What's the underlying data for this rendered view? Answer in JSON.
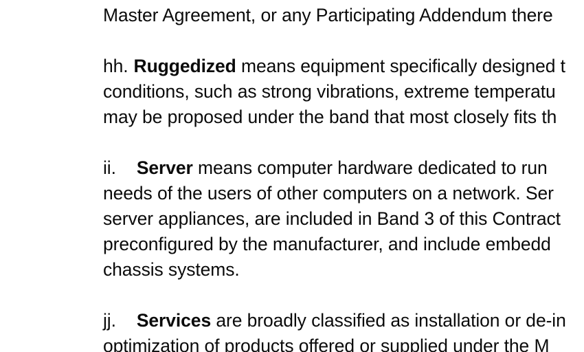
{
  "document": {
    "background_color": "#ffffff",
    "text_color": "#0b0b0b",
    "paragraphs": [
      {
        "id": "para-continuation",
        "label": "",
        "term": "",
        "lines": [
          "Master Agreement, or any Participating Addendum there"
        ]
      },
      {
        "id": "para-ruggedized",
        "label": "hh.",
        "label_gap": "space",
        "term": "Ruggedized",
        "lines": [
          " means equipment specifically designed t",
          "conditions, such as strong vibrations, extreme temperatu",
          "may be proposed under the band that most closely fits th"
        ]
      },
      {
        "id": "para-server",
        "label": "ii.",
        "label_gap": "tab",
        "term": "Server",
        "lines": [
          " means computer hardware dedicated to run ",
          "needs of the users of other computers on a network. Ser",
          "server appliances, are included in Band 3 of this Contract",
          "preconfigured by the manufacturer, and include embedd",
          "chassis systems."
        ]
      },
      {
        "id": "para-services",
        "label": "jj.",
        "label_gap": "tab",
        "term": "Services",
        "lines": [
          " are broadly classified as installation or de-in",
          "optimization of products offered or supplied under the M"
        ]
      }
    ]
  }
}
